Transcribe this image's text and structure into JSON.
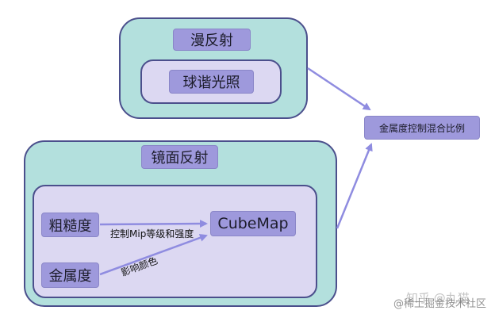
{
  "colors": {
    "container_teal": "#b3e0dd",
    "container_lavender": "#dcd8f2",
    "node_purple": "#9e99dc",
    "border_dark": "#4b4f8c",
    "arrow": "#8f8ce0"
  },
  "diffuse": {
    "title": "漫反射",
    "child": "球谐光照"
  },
  "specular": {
    "title": "镜面反射",
    "roughness": "粗糙度",
    "metalness": "金属度",
    "cubemap": "CubeMap"
  },
  "result": {
    "label": "金属度控制混合比例"
  },
  "edges": {
    "roughness_to_cubemap": "控制Mip等级和强度",
    "metalness_to_cubemap": "影响颜色"
  },
  "watermark": {
    "logo": "知乎 @丸猫",
    "text": "@稀土掘金技术社区"
  }
}
